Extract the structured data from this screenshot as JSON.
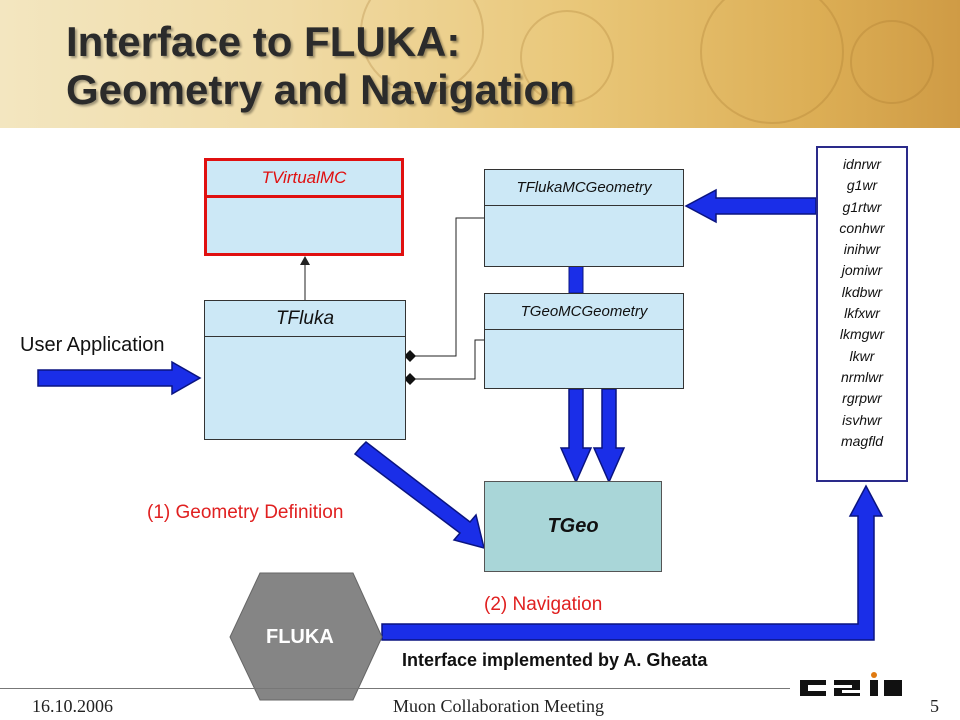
{
  "slide": {
    "title_line1": "Interface to FLUKA:",
    "title_line2": "Geometry and Navigation"
  },
  "classes": {
    "tvirtualmc": "TVirtualMC",
    "tfluka": "TFluka",
    "tflukamcgeometry": "TFlukaMCGeometry",
    "tgeomcgeometry": "TGeoMCGeometry",
    "tgeo": "TGeo"
  },
  "labels": {
    "user_application": "User Application",
    "geometry_definition": "(1) Geometry Definition",
    "navigation": "(2) Navigation",
    "fluka": "FLUKA",
    "credit": "Interface implemented by A. Gheata"
  },
  "routines": [
    "idnrwr",
    "g1wr",
    "g1rtwr",
    "conhwr",
    "inihwr",
    "jomiwr",
    "lkdbwr",
    "lkfxwr",
    "lkmgwr",
    "lkwr",
    "nrmlwr",
    "rgrpwr",
    "isvhwr",
    "magfld"
  ],
  "footer": {
    "date": "16.10.2006",
    "meeting": "Muon Collaboration Meeting",
    "page": "5",
    "logo_text": "GSI"
  },
  "colors": {
    "arrow_blue": "#1a2ee8",
    "red": "#e01010",
    "class_fill": "#cce8f6",
    "tgeo_fill": "#a9d6d8"
  }
}
